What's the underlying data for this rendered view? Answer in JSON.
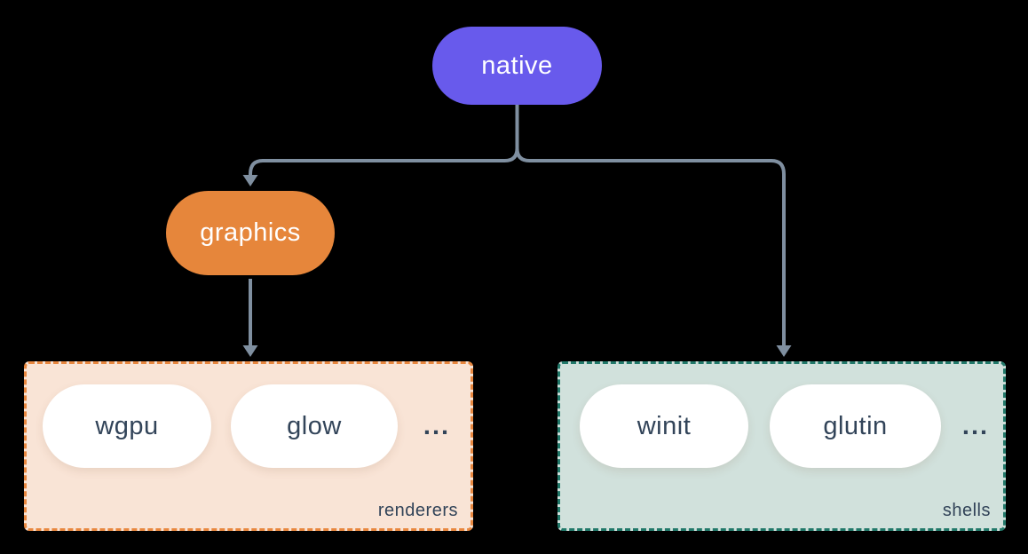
{
  "diagram": {
    "background_color": "#000000",
    "connector_color": "#7f8fa0",
    "item_text_color": "#324459",
    "nodes": {
      "native": {
        "label": "native",
        "fill": "#685aec",
        "text_color": "#ffffff"
      },
      "graphics": {
        "label": "graphics",
        "fill": "#e6863b",
        "text_color": "#ffffff"
      }
    },
    "groups": [
      {
        "label": "renderers",
        "fill": "#f9e4d6",
        "border_color": "#e8873f",
        "items": [
          {
            "label": "wgpu"
          },
          {
            "label": "glow"
          }
        ],
        "ellipsis": "..."
      },
      {
        "label": "shells",
        "fill": "#d1e1dc",
        "border_color": "#22796a",
        "items": [
          {
            "label": "winit"
          },
          {
            "label": "glutin"
          }
        ],
        "ellipsis": "..."
      }
    ],
    "edges": [
      {
        "from": "native",
        "to": "graphics"
      },
      {
        "from": "native",
        "to": "shells-group"
      },
      {
        "from": "graphics",
        "to": "renderers-group"
      }
    ]
  }
}
